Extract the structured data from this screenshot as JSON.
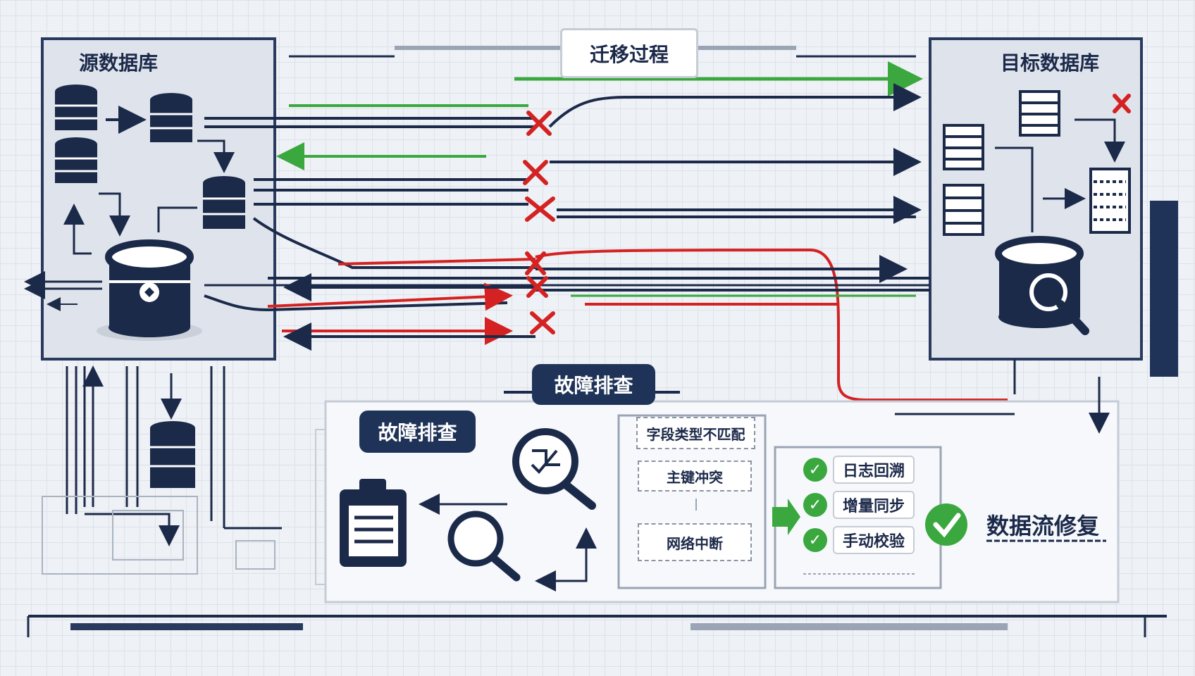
{
  "source_panel": {
    "title": "源数据库"
  },
  "target_panel": {
    "title": "目标数据库"
  },
  "migration": {
    "title": "迁移过程"
  },
  "troubleshoot": {
    "header": "故障排查",
    "bubble": "故障排查",
    "issues": [
      "字段类型不匹配",
      "主键冲突",
      "网络中断"
    ]
  },
  "repair": {
    "steps": [
      "日志回溯",
      "增量同步",
      "手动校验"
    ],
    "title": "数据流修复"
  },
  "colors": {
    "navy": "#1c2a4a",
    "success": "#3aa83e",
    "error": "#d42222",
    "panel": "#dfe4ec"
  }
}
